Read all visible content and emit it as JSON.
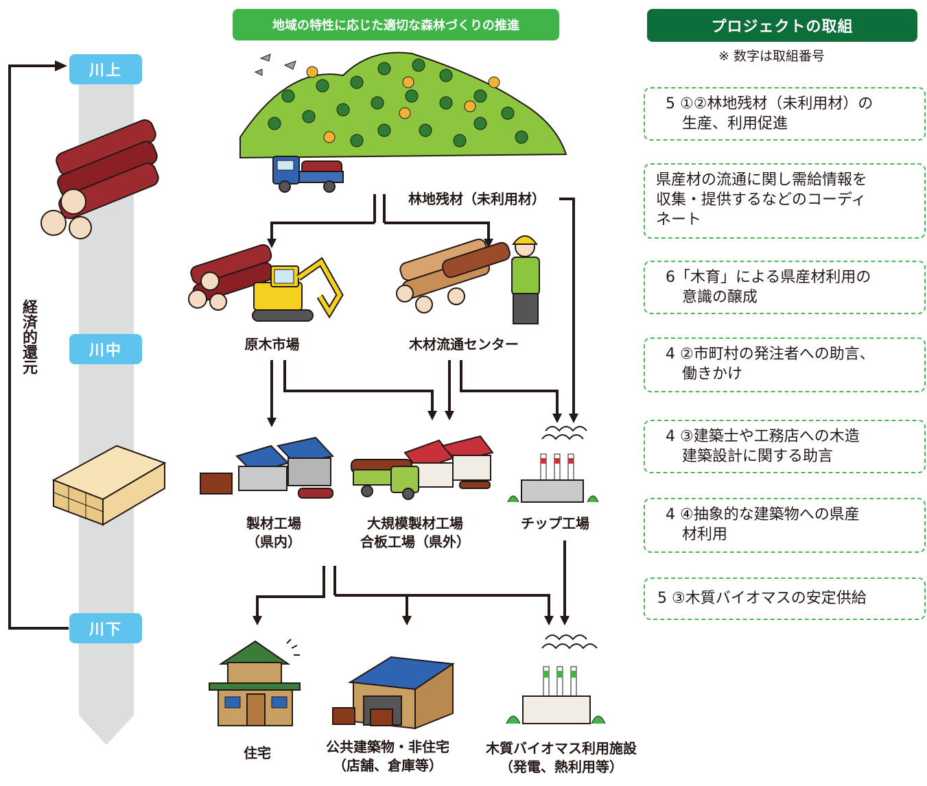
{
  "banner": "地域の特性に応じた適切な森林づくりの推進",
  "stages": {
    "upper": "川上",
    "middle": "川中",
    "lower": "川下"
  },
  "side_label": "経済的還元",
  "nodes": {
    "residue": "林地残材（未利用材）",
    "log_market": "原木市場",
    "timber_center": "木材流通センター",
    "sawmill_in": [
      "製材工場",
      "（県内）"
    ],
    "large_mill": [
      "大規模製材工場",
      "合板工場（県外）"
    ],
    "chip_factory": "チップ工場",
    "housing": "住宅",
    "public_bldg": [
      "公共建築物・非住宅",
      "（店舗、倉庫等）"
    ],
    "biomass": [
      "木質バイオマス利用施設",
      "（発電、熱利用等）"
    ]
  },
  "project": {
    "title": "プロジェクトの取組",
    "note": "※ 数字は取組番号",
    "items": [
      {
        "lines": [
          "5 ①②林地残材（未利用材）の",
          "生産、利用促進"
        ]
      },
      {
        "lines": [
          "県産材の流通に関し需給情報を",
          "収集・提供するなどのコーディ",
          "ネート"
        ]
      },
      {
        "lines": [
          "6「木育」による県産材利用の",
          "意識の醸成"
        ]
      },
      {
        "lines": [
          "4 ②市町村の発注者への助言、",
          "働きかけ"
        ]
      },
      {
        "lines": [
          "4 ③建築士や工務店への木造",
          "建築設計に関する助言"
        ]
      },
      {
        "lines": [
          "4 ④抽象的な建築物への県産",
          "材利用"
        ]
      },
      {
        "lines": [
          "5 ③木質バイオマスの安定供給"
        ]
      }
    ]
  },
  "colors": {
    "stage": "#5ec4ee",
    "banner": "#3eb449",
    "title": "#0e6e3b",
    "dashed": "#47b854",
    "arrow": "#231815"
  }
}
